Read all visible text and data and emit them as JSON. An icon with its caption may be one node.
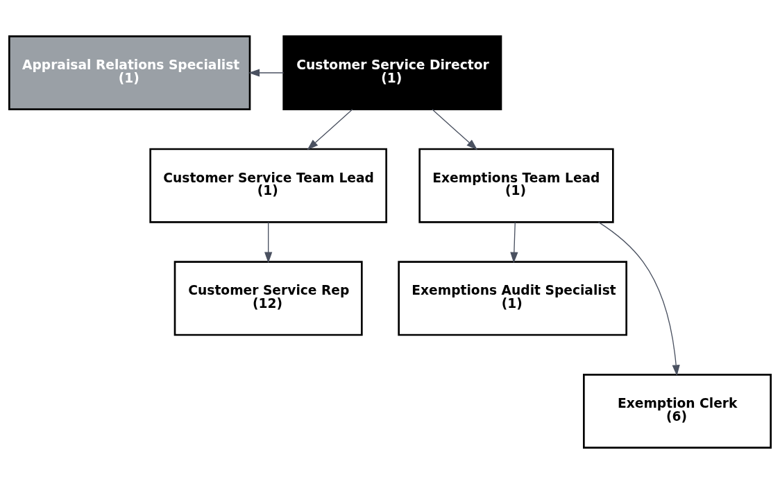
{
  "diagram": {
    "nodes": [
      {
        "text": [
          "Appraisal Relations Specialist",
          "(1)"
        ]
      },
      {
        "text": [
          "Customer Service Director",
          "(1)"
        ]
      },
      {
        "text": [
          "Customer Service Team Lead",
          "(1)"
        ]
      },
      {
        "text": [
          "Exemptions Team Lead",
          "(1)"
        ]
      },
      {
        "text": [
          "Customer Service Rep",
          "(12)"
        ]
      },
      {
        "text": [
          "Exemptions Audit Specialist",
          "(1)"
        ]
      },
      {
        "text": [
          "Exemption Clerk",
          "(6)"
        ]
      }
    ],
    "edges": [
      {
        "from": 1,
        "to": 0,
        "arrow": "to"
      },
      {
        "from": 1,
        "to": 2,
        "arrow": "to"
      },
      {
        "from": 1,
        "to": 3,
        "arrow": "to"
      },
      {
        "from": 2,
        "to": 4,
        "arrow": "to"
      },
      {
        "from": 3,
        "to": 5,
        "arrow": "to"
      },
      {
        "from": 3,
        "to": 6,
        "arrow": "to"
      }
    ]
  }
}
